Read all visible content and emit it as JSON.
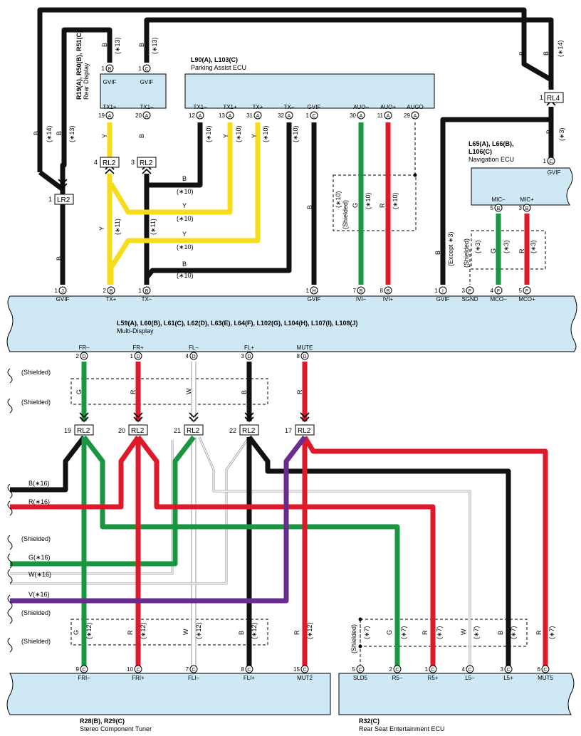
{
  "colors": {
    "box_fill": "#cfe8f5",
    "black": "#111111",
    "yellow": "#f7dc1c",
    "green": "#1a9640",
    "red": "#e0192a",
    "purple": "#6a2c8e",
    "white_wire_edge": "#9a9a9a"
  },
  "components": {
    "rear_display": {
      "codes": "R19(A), R50(B), R51(C)",
      "name": "Rear Display"
    },
    "parking_assist": {
      "codes": "L90(A), L103(C)",
      "name": "Parking Assist ECU"
    },
    "navigation": {
      "codes1": "L65(A), L66(B),",
      "codes2": "L106(C)",
      "name": "Navigation ECU"
    },
    "multi_display": {
      "codes": "L59(A), L60(B), L61(C), L62(D), L63(E), L64(F), L102(G), L104(H), L107(I), L108(J)",
      "name": "Multi-Display"
    },
    "stereo_tuner": {
      "codes": "R28(B), R29(C)",
      "name": "Stereo Component Tuner"
    },
    "rear_seat_ecu": {
      "codes": "R32(C)",
      "name": "Rear Seat Entertainment ECU"
    }
  },
  "rear_display_pins": [
    {
      "num": "1",
      "conn": "B",
      "label": "GVIF"
    },
    {
      "num": "1",
      "conn": "C",
      "label": "GVIF"
    },
    {
      "num": "19",
      "conn": "A",
      "label": "TX1+"
    },
    {
      "num": "20",
      "conn": "A",
      "label": "TX1–"
    }
  ],
  "parking_pins": [
    {
      "num": "12",
      "conn": "A",
      "label": "TX1–"
    },
    {
      "num": "13",
      "conn": "A",
      "label": "TX1+"
    },
    {
      "num": "31",
      "conn": "A",
      "label": "TX+"
    },
    {
      "num": "32",
      "conn": "A",
      "label": "TX–"
    },
    {
      "num": "1",
      "conn": "C",
      "label": "GVIF"
    },
    {
      "num": "30",
      "conn": "A",
      "label": "AUO–"
    },
    {
      "num": "11",
      "conn": "A",
      "label": "AUO+"
    },
    {
      "num": "29",
      "conn": "A",
      "label": "AUGO"
    }
  ],
  "nav_pins": [
    {
      "num": "1",
      "conn": "C",
      "label": "GVIF"
    },
    {
      "num": "5",
      "conn": "B",
      "label": "MIC–"
    },
    {
      "num": "3",
      "conn": "B",
      "label": "MIC+"
    }
  ],
  "md_top_pins": [
    {
      "num": "1",
      "conn": "J",
      "label": "GVIF"
    },
    {
      "num": "2",
      "conn": "B",
      "label": "TX+"
    },
    {
      "num": "1",
      "conn": "B",
      "label": "TX–"
    },
    {
      "num": "1",
      "conn": "H",
      "label": "GVIF"
    },
    {
      "num": "7",
      "conn": "B",
      "label": "IVI–"
    },
    {
      "num": "8",
      "conn": "B",
      "label": "IVI+"
    },
    {
      "num": "1",
      "conn": "I",
      "label": "GVIF"
    },
    {
      "num": "3",
      "conn": "F",
      "label": "SGND"
    },
    {
      "num": "4",
      "conn": "F",
      "label": "MCO–"
    },
    {
      "num": "5",
      "conn": "F",
      "label": "MCO+"
    }
  ],
  "md_bottom_pins": [
    {
      "num": "2",
      "conn": "D",
      "label": "FR–"
    },
    {
      "num": "1",
      "conn": "D",
      "label": "FR+"
    },
    {
      "num": "4",
      "conn": "D",
      "label": "FL–"
    },
    {
      "num": "3",
      "conn": "D",
      "label": "FL+"
    },
    {
      "num": "8",
      "conn": "D",
      "label": "MUTE"
    }
  ],
  "tuner_pins": [
    {
      "num": "9",
      "conn": "C",
      "label": "FRI–"
    },
    {
      "num": "10",
      "conn": "C",
      "label": "FRI+"
    },
    {
      "num": "7",
      "conn": "C",
      "label": "FLI–"
    },
    {
      "num": "8",
      "conn": "C",
      "label": "FLI+"
    },
    {
      "num": "15",
      "conn": "C",
      "label": "MUT2"
    }
  ],
  "rse_pins": [
    {
      "num": "5",
      "conn": "C",
      "label": "SLD5"
    },
    {
      "num": "2",
      "conn": "C",
      "label": "R5–"
    },
    {
      "num": "1",
      "conn": "C",
      "label": "R5+"
    },
    {
      "num": "4",
      "conn": "C",
      "label": "L5–"
    },
    {
      "num": "3",
      "conn": "C",
      "label": "L5+"
    },
    {
      "num": "6",
      "conn": "C",
      "label": "MUT5"
    }
  ],
  "junctions": {
    "rl4": {
      "num": "1",
      "id": "RL4"
    },
    "lr2": {
      "num": "1",
      "id": "LR2"
    },
    "rl2_4": {
      "num": "4",
      "id": "RL2"
    },
    "rl2_3": {
      "num": "3",
      "id": "RL2"
    },
    "rl2_19": {
      "num": "19",
      "id": "RL2"
    },
    "rl2_20": {
      "num": "20",
      "id": "RL2"
    },
    "rl2_21": {
      "num": "21",
      "id": "RL2"
    },
    "rl2_22": {
      "num": "22",
      "id": "RL2"
    },
    "rl2_17": {
      "num": "17",
      "id": "RL2"
    }
  },
  "wire_labels": {
    "B": "B",
    "Y": "Y",
    "G": "G",
    "R": "R",
    "W": "W",
    "n10": "(∗10)",
    "n11": "(∗11)",
    "n12": "(∗12)",
    "n13": "(∗13)",
    "n14": "(∗14)",
    "n3": "(∗3)",
    "n7": "(∗7)",
    "shielded": "(Shielded)",
    "except3": "(Except ∗3)",
    "b16": "B(∗16)",
    "r16": "R(∗16)",
    "g16": "G(∗16)",
    "w16": "W(∗16)",
    "v16": "V(∗16)"
  }
}
